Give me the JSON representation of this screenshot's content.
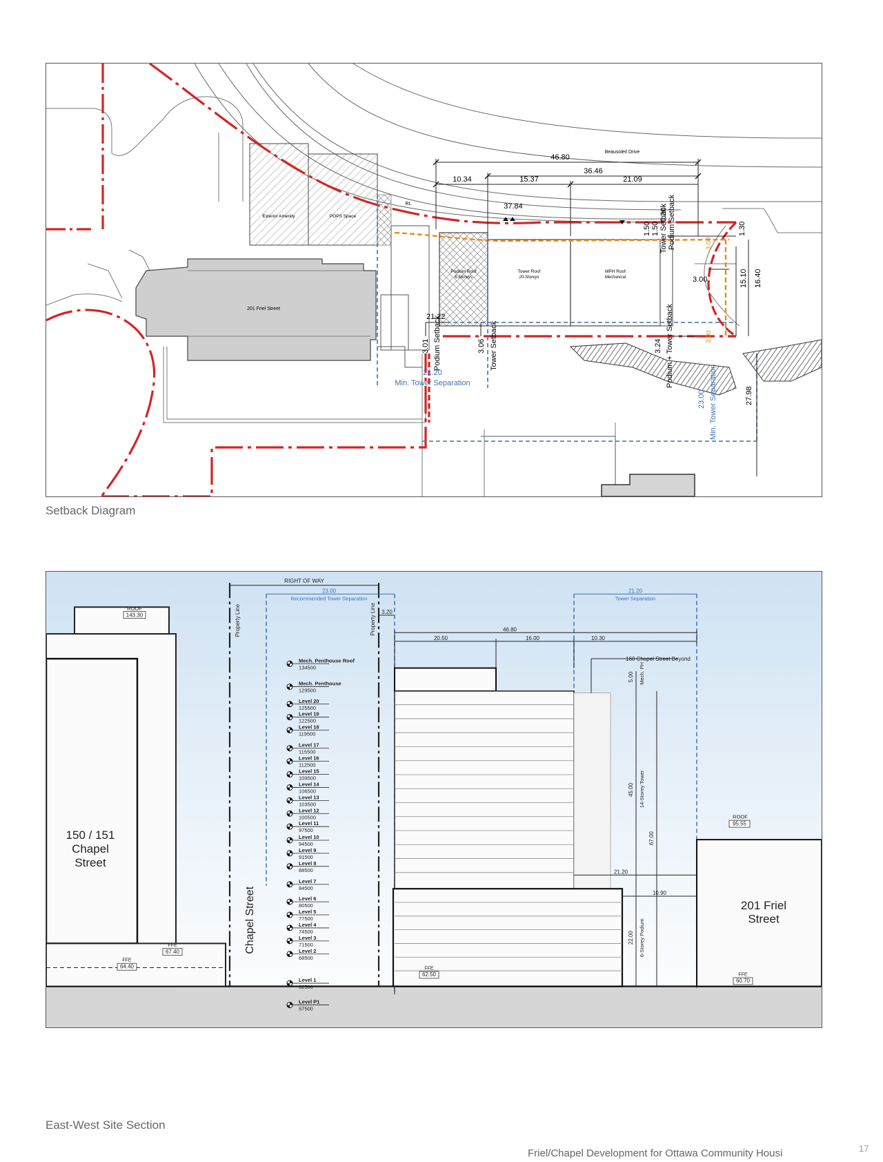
{
  "plan": {
    "caption": "Setback Diagram",
    "street_label": "Beausoleil Drive",
    "areas": {
      "exterior_amenity": "Exterior Amenity",
      "pops_space": "POPS Space",
      "friel_201": "201 Friel Street",
      "podium_roof": "Podium Roof",
      "podium_storeys": "6-Storeys",
      "tower_roof": "Tower Roof",
      "tower_storeys": "20-Storeys",
      "mph_roof": "MPH Roof",
      "mph_sub": "Mechanical"
    },
    "dims": {
      "d4680": "46.80",
      "d3646": "36.46",
      "d1034": "10.34",
      "d1537": "15.37",
      "d2109": "21.09",
      "d3784": "37.84",
      "d150a": "1.50",
      "d150b": "1.50",
      "d020": "0.20",
      "d130": "1.30",
      "d1640": "16.40",
      "d1510": "15.10",
      "d300a": "3.00",
      "d300b": "3.00",
      "d300c": "3.00",
      "d2122": "21.22",
      "d301": "3.01",
      "d306": "3.06",
      "d324": "3.24",
      "d2120": "21.20",
      "d2300": "23.00",
      "d2798": "27.98",
      "rl": "RL"
    },
    "labels": {
      "tower_setback_top": "Tower Setback",
      "podium_setback_top": "Podium Setback",
      "podium_setback": "Podium Setback",
      "tower_setback": "Tower Setback",
      "podium_tower_setback": "Podium + Tower Setback",
      "min_tower_sep": "Min. Tower Separation",
      "min_tower_sep_v": "Min. Tower Separation"
    }
  },
  "section": {
    "caption": "East-West Site Section",
    "right_of_way": "RIGHT OF WAY",
    "rec_sep_value": "23.00",
    "rec_sep_label": "Recommended Tower Separation",
    "tower_sep_value": "21.20",
    "tower_sep_label": "Tower Separation",
    "property_line_left": "Property Line",
    "property_line_right": "Property Line",
    "d320": "3.20",
    "d4680": "46.80",
    "d2050": "20.50",
    "d1600": "16.00",
    "d1030": "10.30",
    "d2120": "21.20",
    "d1090": "10.90",
    "beyond_label": "160 Chapel Street Beyond",
    "mech_ph_dim": "5.00",
    "mech_ph_label": "Mech. PH",
    "tower_dim": "45.00",
    "tower_label": "14-Storey Tower",
    "total_dim": "67.00",
    "podium_dim": "22.00",
    "podium_label": "6-Storey Podium",
    "chapel_street": "Chapel Street",
    "building_left_line1": "150 / 151",
    "building_left_line2": "Chapel",
    "building_left_line3": "Street",
    "building_right_line1": "201 Friel",
    "building_right_line2": "Street",
    "roof_left_label": "ROOF",
    "roof_left_value": "143.30",
    "roof_right_label": "ROOF",
    "roof_right_value": "95.55",
    "ffe_label": "FFE",
    "ffe_6740": "67.40",
    "ffe_6440": "64.40",
    "ffe_6250": "62.50",
    "ffe_6070": "60.70",
    "levels": [
      {
        "name": "Mech. Penthouse Roof",
        "elev": "134500"
      },
      {
        "name": "Mech. Penthouse",
        "elev": "129500"
      },
      {
        "name": "Level 20",
        "elev": "125500"
      },
      {
        "name": "Level 19",
        "elev": "122500"
      },
      {
        "name": "Level 18",
        "elev": "119500"
      },
      {
        "name": "Level 17",
        "elev": "115500"
      },
      {
        "name": "Level 16",
        "elev": "112500"
      },
      {
        "name": "Level 15",
        "elev": "109500"
      },
      {
        "name": "Level 14",
        "elev": "106500"
      },
      {
        "name": "Level 13",
        "elev": "103500"
      },
      {
        "name": "Level 12",
        "elev": "100500"
      },
      {
        "name": "Level 11",
        "elev": "97500"
      },
      {
        "name": "Level 10",
        "elev": "94500"
      },
      {
        "name": "Level 9",
        "elev": "91500"
      },
      {
        "name": "Level 8",
        "elev": "88500"
      },
      {
        "name": "Level 7",
        "elev": "84500"
      },
      {
        "name": "Level 6",
        "elev": "80500"
      },
      {
        "name": "Level 5",
        "elev": "77500"
      },
      {
        "name": "Level 4",
        "elev": "74500"
      },
      {
        "name": "Level 3",
        "elev": "71500"
      },
      {
        "name": "Level 2",
        "elev": "68500"
      },
      {
        "name": "Level 1",
        "elev": "62500"
      },
      {
        "name": "Level P1",
        "elev": "57500"
      }
    ]
  },
  "footer": {
    "text": "Friel/Chapel Development for Ottawa Community Housi",
    "page": "17"
  }
}
